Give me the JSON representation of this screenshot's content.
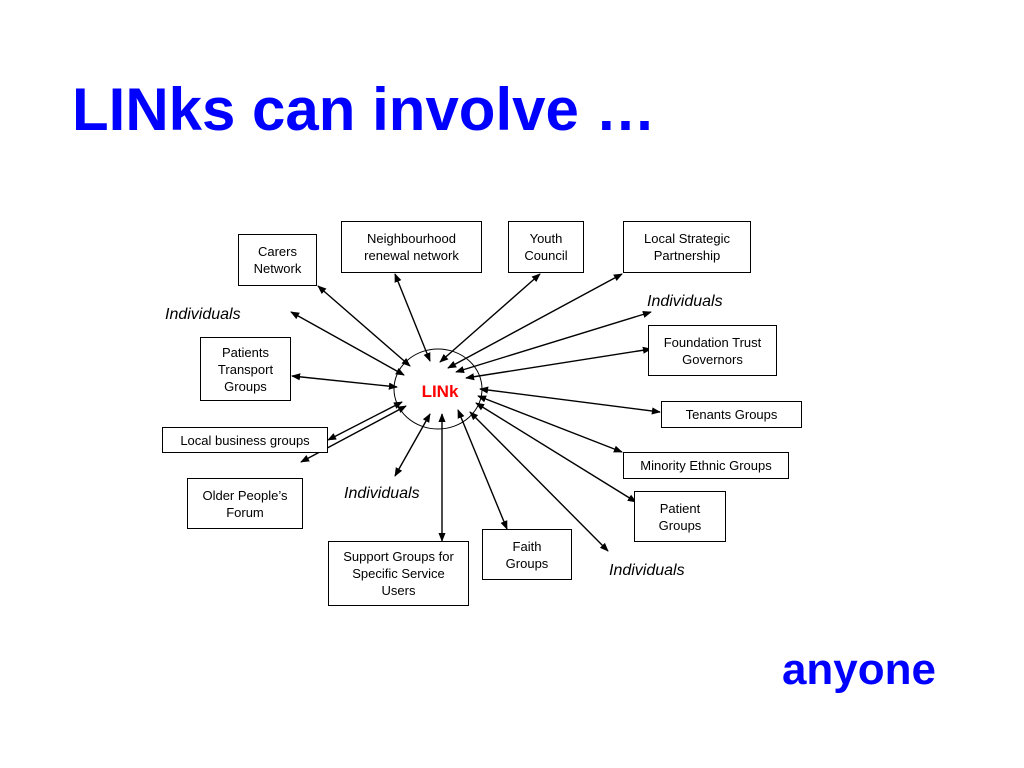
{
  "slide": {
    "title": "LINks can involve …",
    "footer": "anyone"
  },
  "diagram": {
    "center": {
      "label": "LINk"
    },
    "nodes": {
      "carers_network": "Carers\nNetwork",
      "neighbourhood_renewal": "Neighbourhood\nrenewal network",
      "youth_council": "Youth\nCouncil",
      "local_strategic_partnership": "Local Strategic\nPartnership",
      "foundation_trust_governors": "Foundation Trust\nGovernors",
      "tenants_groups": "Tenants Groups",
      "minority_ethnic_groups": "Minority Ethnic Groups",
      "patient_groups": "Patient\nGroups",
      "faith_groups": "Faith\nGroups",
      "support_groups": "Support Groups for\nSpecific Service\nUsers",
      "older_peoples_forum": "Older People’s\nForum",
      "local_business_groups": "Local business groups",
      "patients_transport_groups": "Patients\nTransport\nGroups"
    },
    "individuals_labels": {
      "upper_left": "Individuals",
      "upper_right": "Individuals",
      "lower_middle": "Individuals",
      "lower_right": "Individuals"
    }
  },
  "colors": {
    "title": "#0000ff",
    "center_label": "#ff0000",
    "lines": "#000000"
  }
}
